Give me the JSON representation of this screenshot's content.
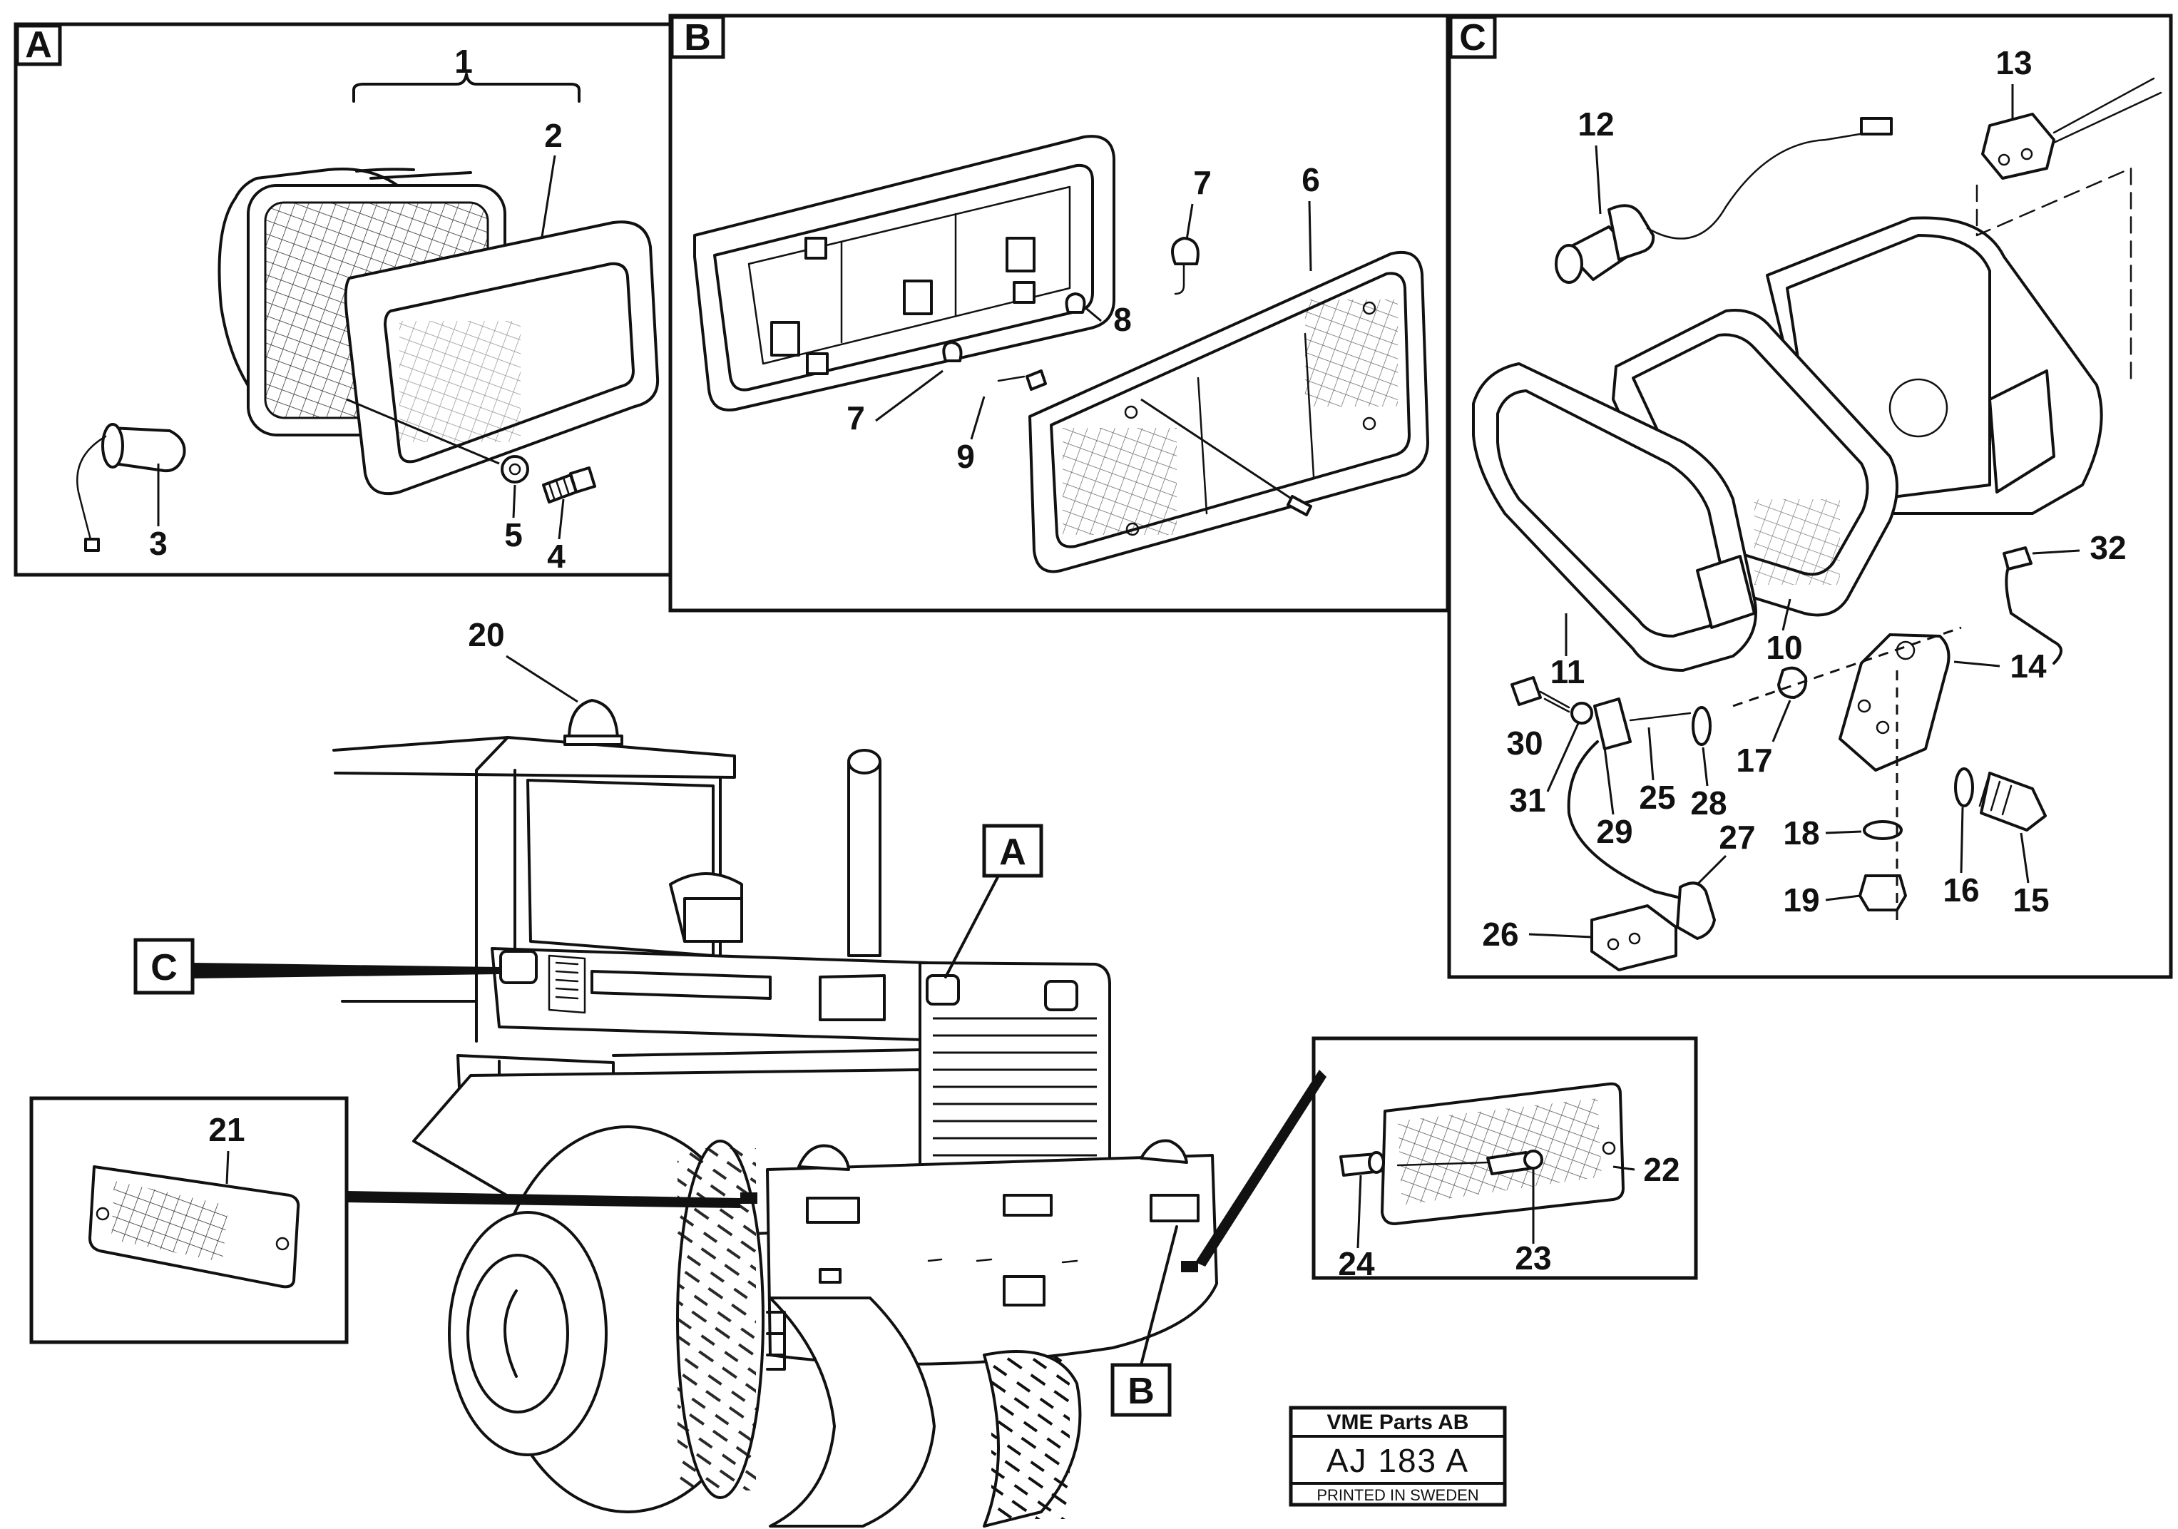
{
  "panels": {
    "a": {
      "letter": "A"
    },
    "b": {
      "letter": "B"
    },
    "c": {
      "letter": "C"
    }
  },
  "callouts": {
    "a": "A",
    "b": "B",
    "c": "C"
  },
  "labels": {
    "p1": "1",
    "p2": "2",
    "p3": "3",
    "p4": "4",
    "p5": "5",
    "p6": "6",
    "p7a": "7",
    "p7b": "7",
    "p8": "8",
    "p9": "9",
    "p10": "10",
    "p11": "11",
    "p12": "12",
    "p13": "13",
    "p14": "14",
    "p15": "15",
    "p16": "16",
    "p17": "17",
    "p18": "18",
    "p19": "19",
    "p20": "20",
    "p21": "21",
    "p22": "22",
    "p23": "23",
    "p24": "24",
    "p25": "25",
    "p26": "26",
    "p27": "27",
    "p28": "28",
    "p29": "29",
    "p30": "30",
    "p31": "31",
    "p32": "32"
  },
  "title_block": {
    "company": "VME Parts AB",
    "code": "AJ 183 A",
    "printed": "PRINTED IN SWEDEN"
  }
}
